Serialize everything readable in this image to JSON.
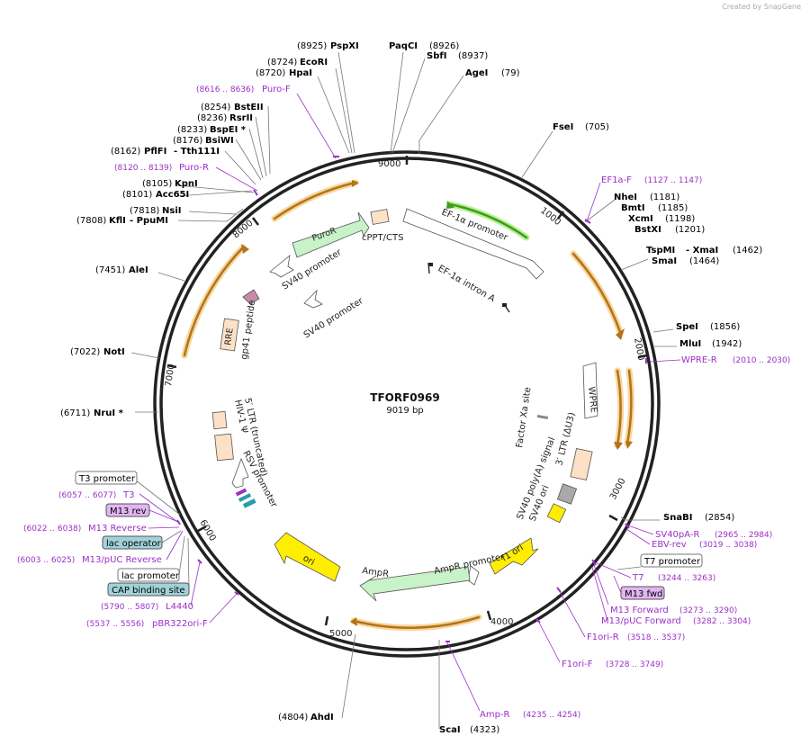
{
  "watermark": "Created by SnapGene",
  "plasmid": {
    "name": "TFORF0969",
    "size_label": "9019 bp",
    "length": 9019
  },
  "colors": {
    "ring": "#222222",
    "enzyme": "#000000",
    "primer": "#9b30c8",
    "arc": "#e69a2e",
    "green_arc": "#4caf1e"
  },
  "ticks": [
    {
      "pos": 1000,
      "label": "1000"
    },
    {
      "pos": 2000,
      "label": "2000"
    },
    {
      "pos": 3000,
      "label": "3000"
    },
    {
      "pos": 4000,
      "label": "4000"
    },
    {
      "pos": 5000,
      "label": "5000"
    },
    {
      "pos": 6000,
      "label": "6000"
    },
    {
      "pos": 7000,
      "label": "7000"
    },
    {
      "pos": 8000,
      "label": "8000"
    },
    {
      "pos": 9000,
      "label": "9000"
    }
  ],
  "enzymes": [
    {
      "name": "PspXI",
      "pos": "(8925)"
    },
    {
      "name": "PaqCI",
      "pos": "(8926)"
    },
    {
      "name": "EcoRI",
      "pos": "(8724)"
    },
    {
      "name": "SbfI",
      "pos": "(8937)"
    },
    {
      "name": "HpaI",
      "pos": "(8720)"
    },
    {
      "name": "AgeI",
      "pos": "(79)"
    },
    {
      "name": "FseI",
      "pos": "(705)"
    },
    {
      "name": "NheI",
      "pos": "(1181)"
    },
    {
      "name": "BmtI",
      "pos": "(1185)"
    },
    {
      "name": "XcmI",
      "pos": "(1198)"
    },
    {
      "name": "BstXI",
      "pos": "(1201)"
    },
    {
      "name": "TspMI",
      "extra": "- XmaI",
      "pos": "(1462)"
    },
    {
      "name": "SmaI",
      "pos": "(1464)"
    },
    {
      "name": "SpeI",
      "pos": "(1856)"
    },
    {
      "name": "MluI",
      "pos": "(1942)"
    },
    {
      "name": "SnaBI",
      "pos": "(2854)"
    },
    {
      "name": "ScaI",
      "pos": "(4323)"
    },
    {
      "name": "AhdI",
      "pos": "(4804)"
    },
    {
      "name": "NruI *",
      "pos": "(6711)"
    },
    {
      "name": "NotI",
      "pos": "(7022)"
    },
    {
      "name": "AleI",
      "pos": "(7451)"
    },
    {
      "name": "KflI",
      "extra": "- PpuMI",
      "pos": "(7808)"
    },
    {
      "name": "NsiI",
      "pos": "(7818)"
    },
    {
      "name": "Acc65I",
      "pos": "(8101)"
    },
    {
      "name": "KpnI",
      "pos": "(8105)"
    },
    {
      "name": "PflFI",
      "extra": "- Tth111I",
      "pos": "(8162)"
    },
    {
      "name": "BsiWI",
      "pos": "(8176)"
    },
    {
      "name": "BspEI *",
      "pos": "(8233)"
    },
    {
      "name": "RsrII",
      "pos": "(8236)"
    },
    {
      "name": "BstEII",
      "pos": "(8254)"
    }
  ],
  "primers": [
    {
      "name": "Puro-F",
      "range": "(8616 .. 8636)"
    },
    {
      "name": "Puro-R",
      "range": "(8120 .. 8139)"
    },
    {
      "name": "EF1a-F",
      "range": "(1127 .. 1147)"
    },
    {
      "name": "WPRE-R",
      "range": "(2010 .. 2030)"
    },
    {
      "name": "SV40pA-R",
      "range": "(2965 .. 2984)"
    },
    {
      "name": "EBV-rev",
      "range": "(3019 .. 3038)"
    },
    {
      "name": "T7",
      "range": "(3244 .. 3263)"
    },
    {
      "name": "M13 Forward",
      "range": "(3273 .. 3290)"
    },
    {
      "name": "M13/pUC Forward",
      "range": "(3282 .. 3304)"
    },
    {
      "name": "F1ori-R",
      "range": "(3518 .. 3537)"
    },
    {
      "name": "F1ori-F",
      "range": "(3728 .. 3749)"
    },
    {
      "name": "Amp-R",
      "range": "(4235 .. 4254)"
    },
    {
      "name": "T3",
      "range": "(6057 .. 6077)"
    },
    {
      "name": "M13 Reverse",
      "range": "(6022 .. 6038)"
    },
    {
      "name": "M13/pUC Reverse",
      "range": "(6003 .. 6025)"
    },
    {
      "name": "L4440",
      "range": "(5790 .. 5807)"
    },
    {
      "name": "pBR322ori-F",
      "range": "(5537 .. 5556)"
    }
  ],
  "boxed_features": {
    "t7_promoter": "T7 promoter",
    "m13_fwd": "M13 fwd",
    "t3_promoter": "T3 promoter",
    "m13_rev": "M13 rev",
    "lac_operator": "lac operator",
    "lac_promoter": "lac promoter",
    "cap_site": "CAP binding site"
  },
  "features": {
    "ef1a_promoter": "EF-1α promoter",
    "ef1a_intron": "EF-1α intron A",
    "cppt": "cPPT/CTS",
    "puror": "PuroR",
    "sv40_promoter_1": "SV40 promoter",
    "sv40_promoter_2": "SV40 promoter",
    "rre": "RRE",
    "gp41": "gp41 peptide",
    "wpre": "WPRE",
    "factor_xa": "Factor Xa site",
    "ltr3": "3′ LTR (ΔU3)",
    "sv40_polya": "SV40 poly(A) signal",
    "sv40_ori": "SV40 ori",
    "f1_ori": "f1 ori",
    "ampr_promoter": "AmpR promoter",
    "ampr": "AmpR",
    "ori": "ori",
    "ltr5": "5′ LTR (truncated)",
    "hiv_psi": "HIV-1 Ψ",
    "rsv_promoter": "RSV promoter"
  }
}
